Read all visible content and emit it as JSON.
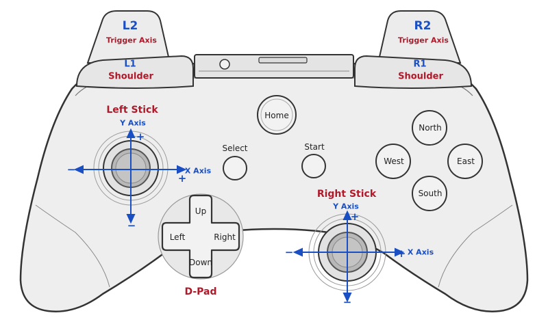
{
  "triggers": {
    "l2": {
      "name": "L2",
      "desc": "Trigger Axis"
    },
    "r2": {
      "name": "R2",
      "desc": "Trigger Axis"
    }
  },
  "shoulders": {
    "l1": {
      "name": "L1",
      "desc": "Shoulder"
    },
    "r1": {
      "name": "R1",
      "desc": "Shoulder"
    }
  },
  "center_buttons": {
    "home": "Home",
    "select": "Select",
    "start": "Start"
  },
  "face_buttons": {
    "north": "North",
    "west": "West",
    "east": "East",
    "south": "South"
  },
  "left_stick": {
    "title": "Left Stick",
    "y_axis": "Y Axis",
    "x_axis": "X Axis",
    "plus": "+",
    "minus": "−"
  },
  "right_stick": {
    "title": "Right Stick",
    "y_axis": "Y Axis",
    "x_axis": "X Axis",
    "plus": "+",
    "minus": "−"
  },
  "dpad": {
    "title": "D-Pad",
    "up": "Up",
    "down": "Down",
    "left": "Left",
    "right": "Right"
  },
  "colors": {
    "axis": "#1a4fc4",
    "title": "#b0192a",
    "body_fill": "#eeeeee",
    "outline": "#333333"
  }
}
